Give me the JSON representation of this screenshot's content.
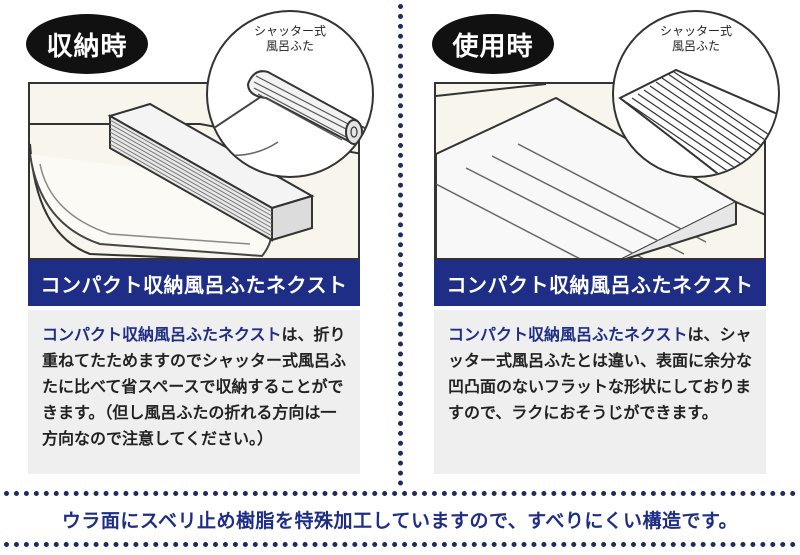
{
  "left_panel": {
    "badge": "収納時",
    "zoom_label_line1": "シャッター式",
    "zoom_label_line2": "風呂ふた",
    "product_name": "コンパクト収納風呂ふたネクスト",
    "desc_highlight": "コンパクト収納風呂ふたネクスト",
    "desc_text": "は、折り重ねてたためますのでシャッター式風呂ふたに比べて省スペースで収納することができます。（但し風呂ふたの折れる方向は一方向なので注意してください。）"
  },
  "right_panel": {
    "badge": "使用時",
    "zoom_label_line1": "シャッター式",
    "zoom_label_line2": "風呂ふた",
    "product_name": "コンパクト収納風呂ふたネクスト",
    "desc_highlight": "コンパクト収納風呂ふたネクスト",
    "desc_text": "は、シャッター式風呂ふたとは違い、表面に余分な凹凸面のないフラットな形状にしておりますので、ラクにおそうじができます。"
  },
  "bottom_note": "ウラ面にスベリ止め樹脂を特殊加工していますので、すべりにくい構造です。",
  "colors": {
    "brand_navy": "#1e2d86",
    "badge_black": "#111111",
    "desc_bg": "#efefef",
    "tub_cream": "#f7f5ec"
  }
}
